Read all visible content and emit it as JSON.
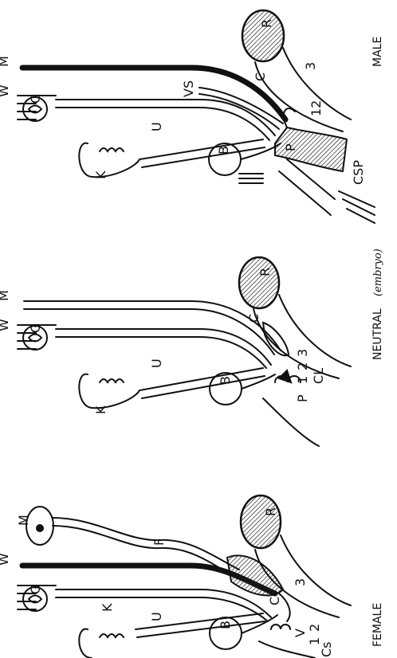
{
  "panels": {
    "female": {
      "caption": "FEMALE",
      "labels": {
        "m": "M",
        "w": "W",
        "g": "G",
        "k": "K",
        "u": "U",
        "f": "F",
        "b": "B",
        "r": "R",
        "c": "C",
        "v": "V",
        "n1": "1",
        "n2": "2",
        "n3": "3",
        "cs": "Cs"
      }
    },
    "neutral": {
      "caption": "NEUTRAL",
      "caption_note": "(embryo)",
      "labels": {
        "m": "M",
        "w": "W",
        "g": "G",
        "k": "K",
        "u": "U",
        "b": "B",
        "r": "R",
        "c": "C",
        "p": "P",
        "n1": "1",
        "n2": "2",
        "n3": "3",
        "cl": "CL"
      }
    },
    "male": {
      "caption": "MALE",
      "labels": {
        "m": "M",
        "w": "W",
        "g": "G",
        "k": "K",
        "u": "U",
        "vs": "VS",
        "b": "B",
        "r": "R",
        "c": "C",
        "p": "P",
        "n3": "3",
        "n12": "12",
        "csp": "CSP"
      }
    }
  },
  "colors": {
    "ink": "#111111",
    "paper": "#ffffff",
    "hatch": "#222222"
  }
}
